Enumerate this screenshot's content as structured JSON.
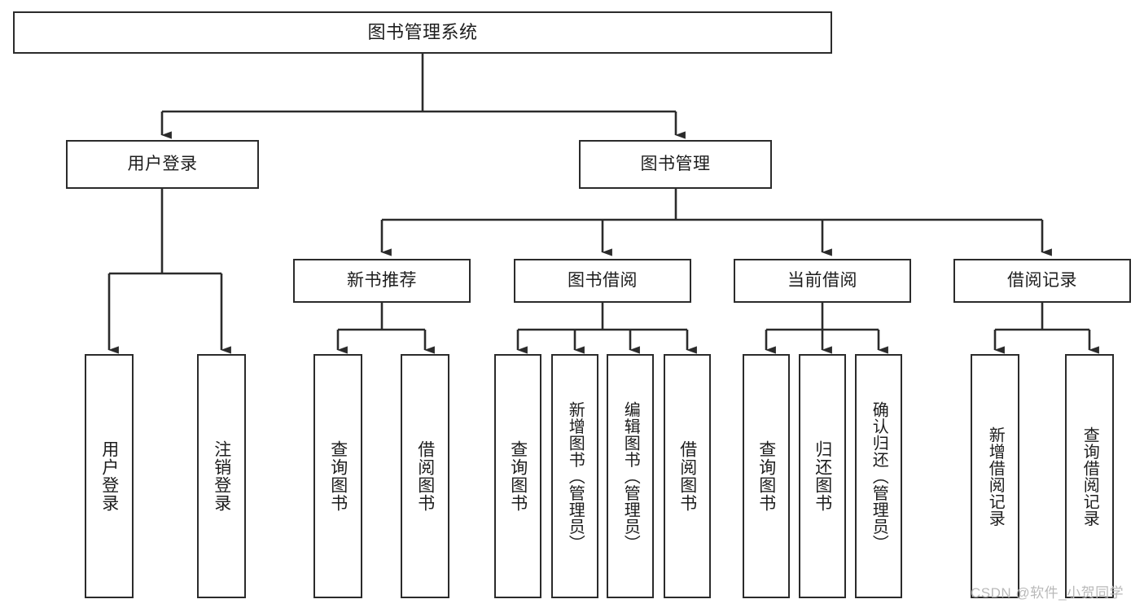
{
  "diagram": {
    "type": "tree-hierarchy-chart",
    "title": "图书管理系统",
    "watermark": "CSDN @软件_小贺同学",
    "colors": {
      "stroke": "#2b2b2b",
      "fill": "#ffffff",
      "text": "#1d1d1d",
      "watermark": "#b9b9b9"
    },
    "levels": {
      "root": {
        "label": "图书管理系统"
      },
      "level2": [
        {
          "id": "user-login",
          "label": "用户登录"
        },
        {
          "id": "book-manage",
          "label": "图书管理"
        }
      ],
      "level3": [
        {
          "id": "new-book-rec",
          "label": "新书推荐",
          "parent": "book-manage"
        },
        {
          "id": "book-borrow",
          "label": "图书借阅",
          "parent": "book-manage"
        },
        {
          "id": "current-borrow",
          "label": "当前借阅",
          "parent": "book-manage"
        },
        {
          "id": "borrow-record",
          "label": "借阅记录",
          "parent": "book-manage"
        }
      ],
      "leaves": [
        {
          "id": "leaf-user-login",
          "label": "用户登录",
          "parent": "user-login"
        },
        {
          "id": "leaf-logout",
          "label": "注销登录",
          "parent": "user-login"
        },
        {
          "id": "leaf-query-book-1",
          "label": "查询图书",
          "parent": "new-book-rec"
        },
        {
          "id": "leaf-borrow-book-1",
          "label": "借阅图书",
          "parent": "new-book-rec"
        },
        {
          "id": "leaf-query-book-2",
          "label": "查询图书",
          "parent": "book-borrow"
        },
        {
          "id": "leaf-add-book",
          "label": "新增图书（管理员）",
          "parent": "book-borrow"
        },
        {
          "id": "leaf-edit-book",
          "label": "编辑图书（管理员）",
          "parent": "book-borrow"
        },
        {
          "id": "leaf-borrow-book-2",
          "label": "借阅图书",
          "parent": "book-borrow"
        },
        {
          "id": "leaf-query-book-3",
          "label": "查询图书",
          "parent": "current-borrow"
        },
        {
          "id": "leaf-return-book",
          "label": "归还图书",
          "parent": "current-borrow"
        },
        {
          "id": "leaf-confirm-return",
          "label": "确认归还（管理员）",
          "parent": "current-borrow"
        },
        {
          "id": "leaf-add-record",
          "label": "新增借阅记录",
          "parent": "borrow-record"
        },
        {
          "id": "leaf-query-record",
          "label": "查询借阅记录",
          "parent": "borrow-record"
        }
      ]
    }
  }
}
